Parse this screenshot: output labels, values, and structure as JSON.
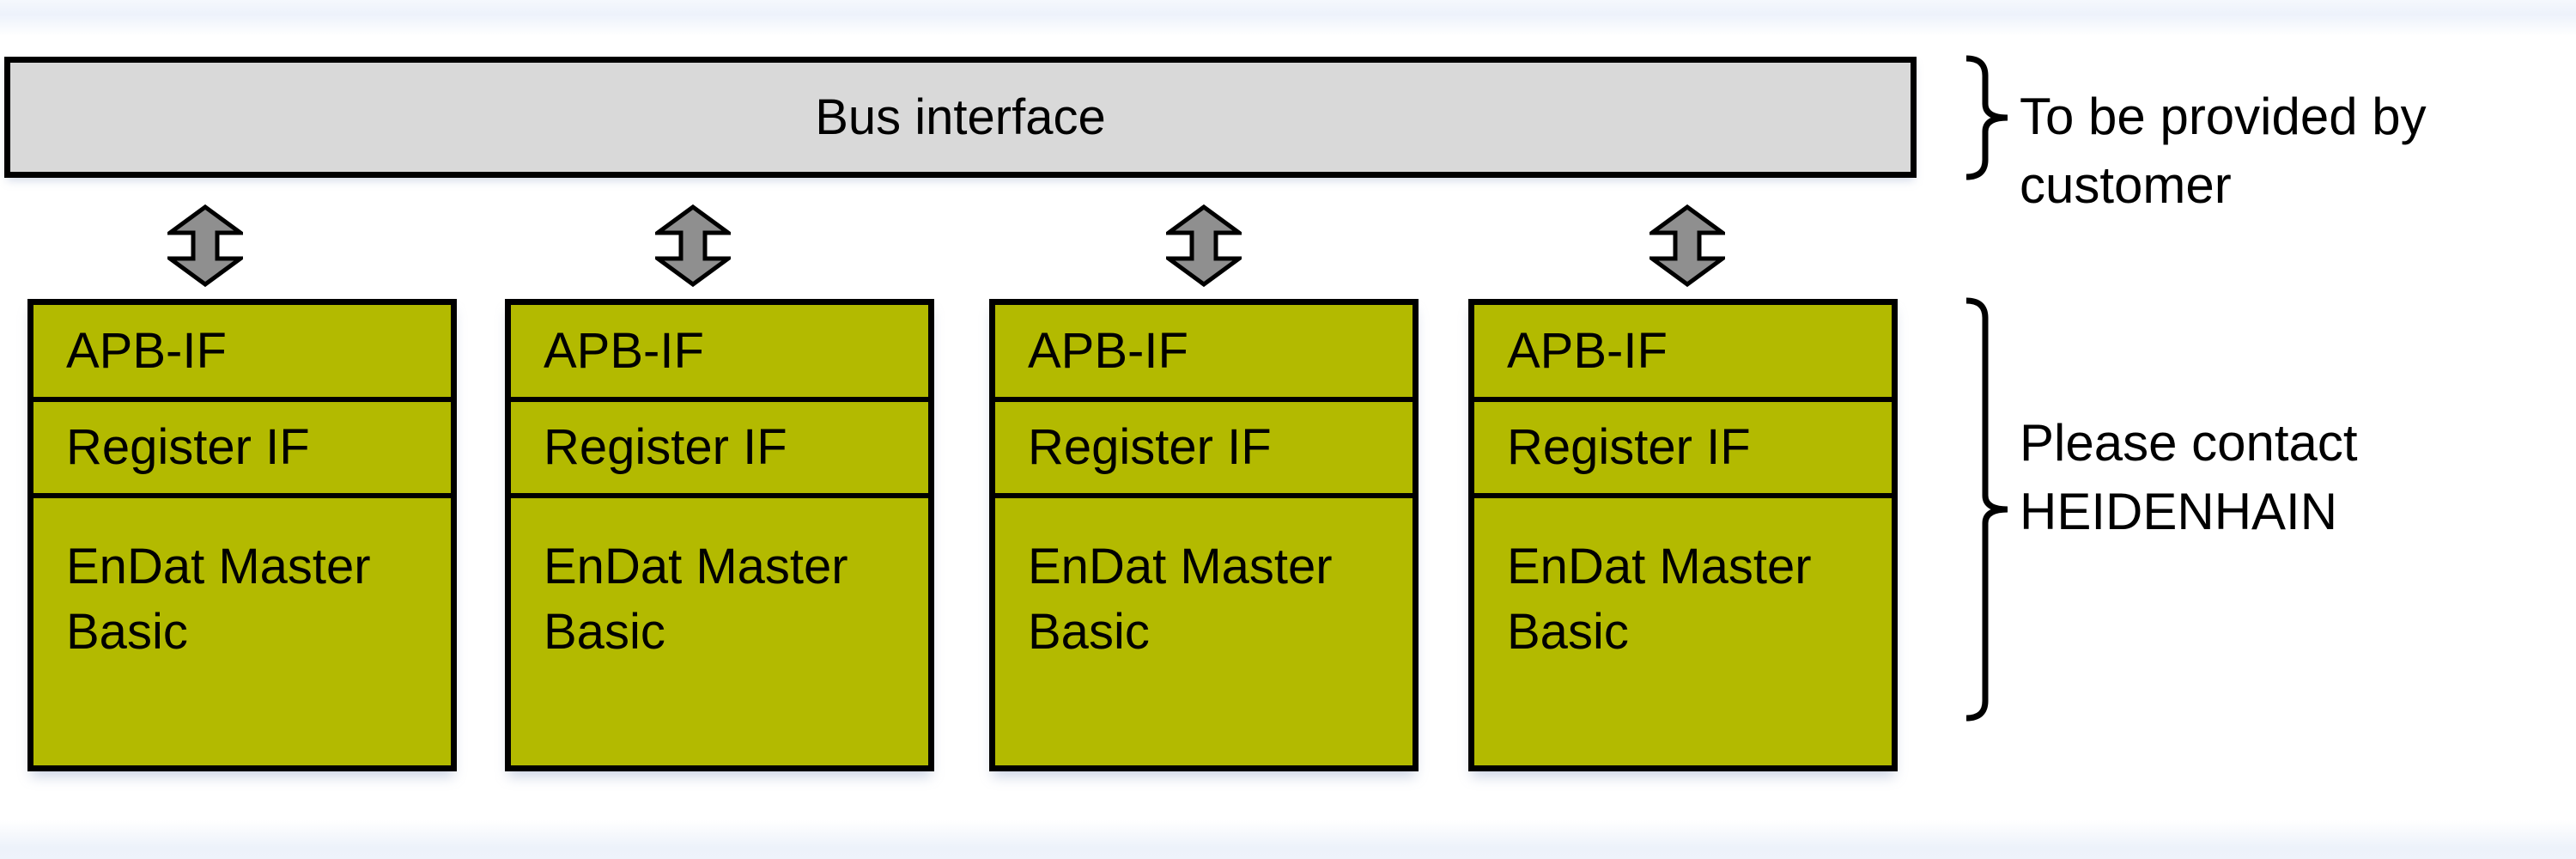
{
  "colors": {
    "module_fill": "#b3ba00",
    "bus_bar_fill": "#d9d9d9",
    "arrow_fill": "#8f8f8f",
    "outline": "#000000",
    "page_edge_band": "#edf2fb"
  },
  "bus_bar": {
    "label": "Bus interface"
  },
  "arrow_icon": "up-down-arrow",
  "modules": [
    {
      "segments": [
        "APB-IF",
        "Register IF",
        "EnDat Master Basic"
      ]
    },
    {
      "segments": [
        "APB-IF",
        "Register IF",
        "EnDat Master Basic"
      ]
    },
    {
      "segments": [
        "APB-IF",
        "Register IF",
        "EnDat Master Basic"
      ]
    },
    {
      "segments": [
        "APB-IF",
        "Register IF",
        "EnDat Master Basic"
      ]
    }
  ],
  "annotations": {
    "top": {
      "lines": [
        "To be provided by",
        "customer"
      ]
    },
    "bottom": {
      "lines": [
        "Please contact",
        "HEIDENHAIN"
      ]
    }
  }
}
